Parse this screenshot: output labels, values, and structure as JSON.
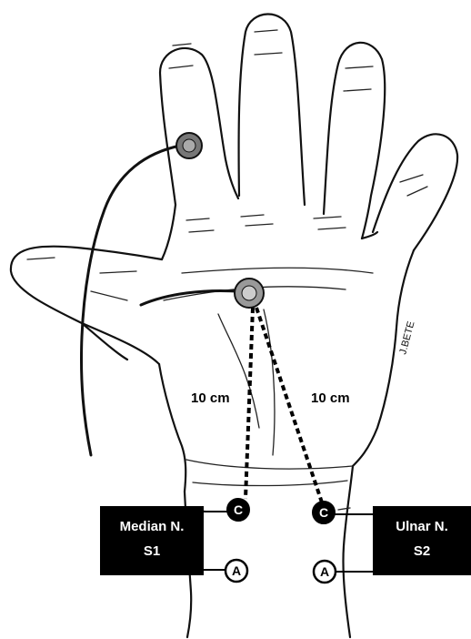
{
  "labels": {
    "median_distance": "10 cm",
    "ulnar_distance": "10 cm",
    "median_box_line1": "Median N.",
    "median_box_line2": "S1",
    "ulnar_box_line1": "Ulnar N.",
    "ulnar_box_line2": "S2",
    "cathode_letter": "C",
    "anode_letter": "A",
    "signature": "J.BETE"
  },
  "colors": {
    "ink": "#111111",
    "box_fill": "#000000",
    "box_text": "#ffffff",
    "paper": "#ffffff"
  }
}
